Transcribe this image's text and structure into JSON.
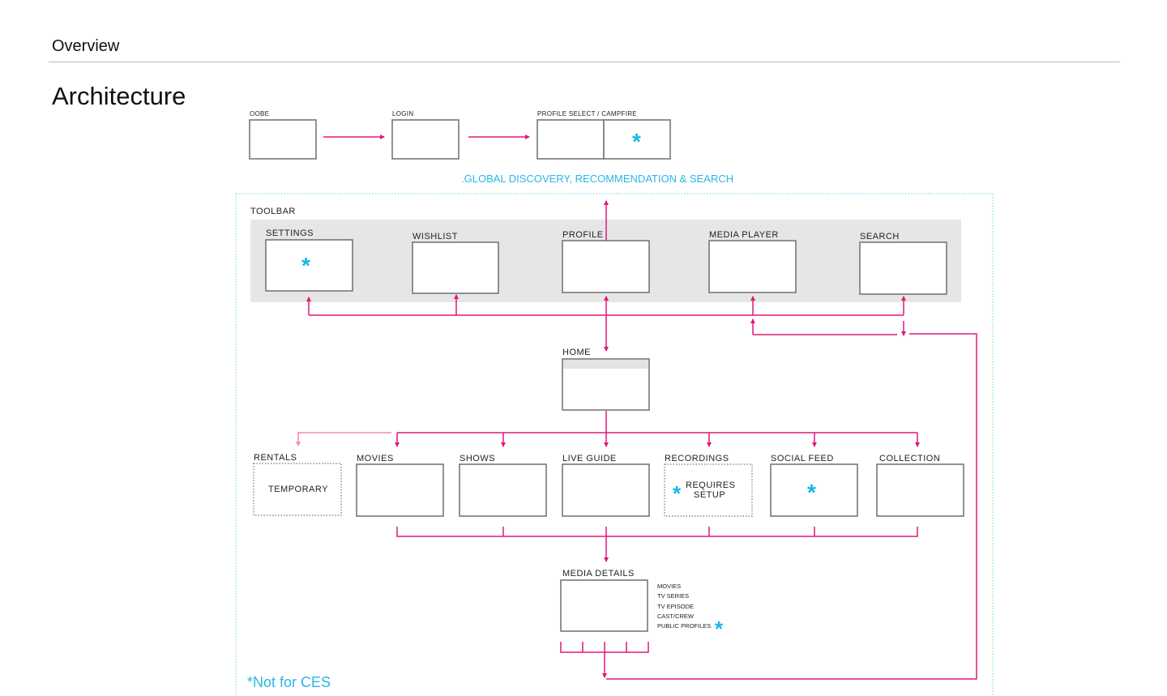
{
  "header": {
    "section_label": "Overview",
    "page_title": "Architecture"
  },
  "colors": {
    "accent_pink": "#e0187a",
    "accent_cyan": "#17b7e6",
    "toolbar_background": "#e6e6e6",
    "box_border": "#777777"
  },
  "diagram": {
    "onboarding": {
      "oobe": "OOBE",
      "login": "LOGIN",
      "profile_select": "PROFILE SELECT / CAMPFIRE",
      "profile_select_marker": "*"
    },
    "global_label": ".GLOBAL DISCOVERY, RECOMMENDATION & SEARCH",
    "toolbar": {
      "label": "TOOLBAR",
      "items": [
        {
          "label": "SETTINGS",
          "marker": "*"
        },
        {
          "label": "WISHLIST",
          "marker": ""
        },
        {
          "label": "PROFILE",
          "marker": ""
        },
        {
          "label": "MEDIA PLAYER",
          "marker": ""
        },
        {
          "label": "SEARCH",
          "marker": ""
        }
      ]
    },
    "home": {
      "label": "HOME"
    },
    "sections": [
      {
        "label": "RENTALS",
        "inner": "TEMPORARY",
        "marker": ""
      },
      {
        "label": "MOVIES",
        "inner": "",
        "marker": ""
      },
      {
        "label": "SHOWS",
        "inner": "",
        "marker": ""
      },
      {
        "label": "LIVE GUIDE",
        "inner": "",
        "marker": ""
      },
      {
        "label": "RECORDINGS",
        "inner_lines": [
          "REQUIRES",
          "SETUP"
        ],
        "marker": "*"
      },
      {
        "label": "SOCIAL FEED",
        "inner": "",
        "marker": "*"
      },
      {
        "label": "COLLECTION",
        "inner": "",
        "marker": ""
      }
    ],
    "media_details": {
      "label": "MEDIA DETAILS",
      "types": [
        "MOVIES",
        "TV SERIES",
        "TV EPISODE",
        "CAST/CREW",
        "PUBLIC PROFILES"
      ],
      "public_profiles_marker": "*"
    },
    "footnote": "*Not for CES"
  }
}
